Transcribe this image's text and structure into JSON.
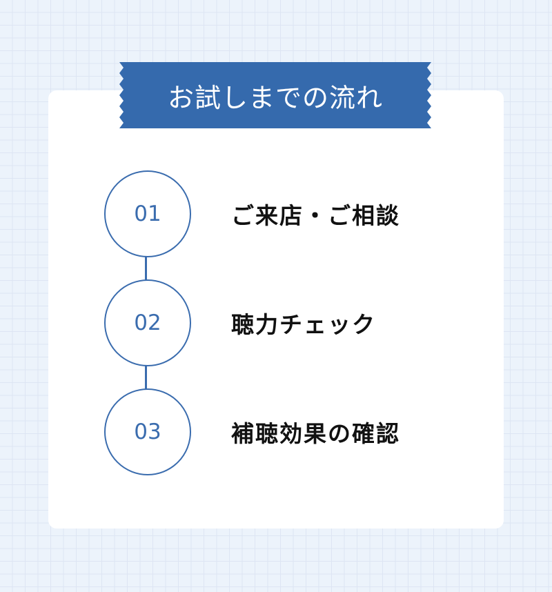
{
  "header": {
    "title": "お試しまでの流れ",
    "ribbon_color": "#356aad"
  },
  "steps": [
    {
      "number": "01",
      "label": "ご来店・ご相談"
    },
    {
      "number": "02",
      "label": "聴力チェック"
    },
    {
      "number": "03",
      "label": "補聴効果の確認"
    }
  ],
  "colors": {
    "accent": "#3a6cae",
    "background": "#ecf3fb",
    "grid": "#dde5f3",
    "card": "#ffffff",
    "text": "#111111"
  }
}
